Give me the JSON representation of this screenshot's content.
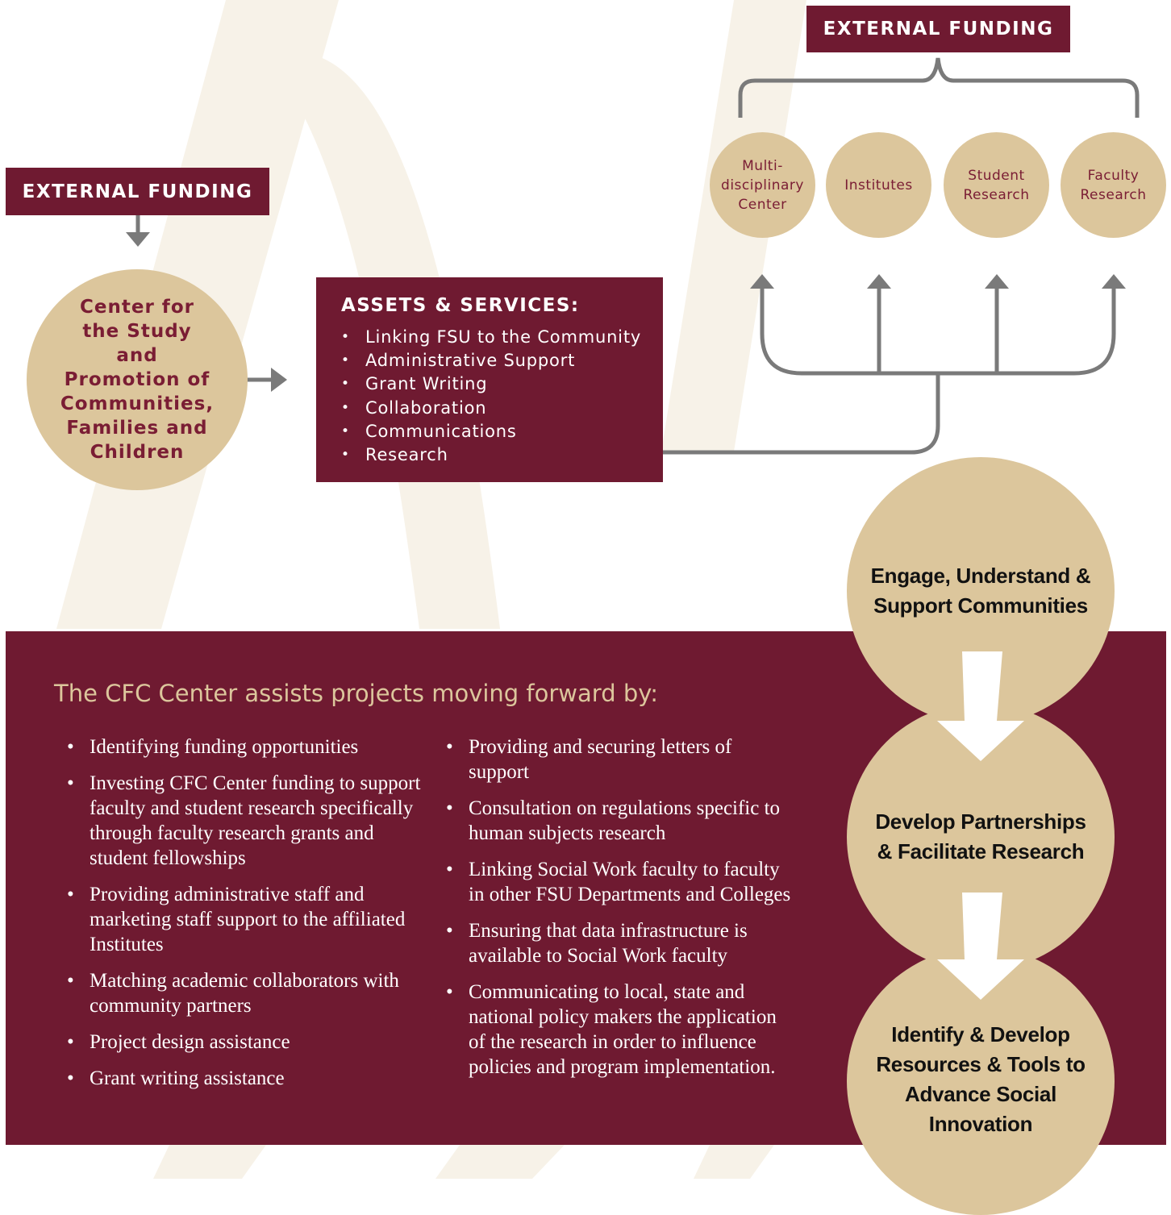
{
  "external_funding_left": "EXTERNAL FUNDING",
  "external_funding_top": "EXTERNAL FUNDING",
  "center_circle": "Center for the Study and Promotion of Communities, Families and Children",
  "assets": {
    "title": "ASSETS & SERVICES:",
    "items": [
      "Linking FSU to the Community",
      "Administrative Support",
      "Grant Writing",
      "Collaboration",
      "Communications",
      "Research"
    ]
  },
  "units": {
    "multidisciplinary": "Multi-disciplinary Center",
    "multidisciplinary_line1": "Multi-",
    "multidisciplinary_line2": "disciplinary",
    "multidisciplinary_line3": "Center",
    "institutes": "Institutes",
    "student_line1": "Student",
    "student_line2": "Research",
    "faculty_line1": "Faculty",
    "faculty_line2": "Research"
  },
  "panel": {
    "heading": "The CFC Center assists projects moving forward by:",
    "left_items": [
      "Identifying funding opportunities",
      "Investing CFC Center funding to support faculty and student research specifically through faculty research grants and student fellowships",
      "Providing administrative staff and marketing staff support to the affiliated Institutes",
      "Matching academic collaborators with community partners",
      "Project design assistance",
      "Grant writing assistance"
    ],
    "right_items": [
      "Providing and securing letters of support",
      "Consultation on regulations specific to human subjects research",
      "Linking Social Work faculty to faculty in other FSU Departments and Colleges",
      "Ensuring that data infrastructure is available to Social Work faculty",
      "Communicating to local, state and national policy makers the application of the research in order to influence policies and program implementation."
    ]
  },
  "goals": {
    "engage": "Engage, Understand & Support Communities",
    "develop": "Develop Partnerships & Facilitate Research",
    "identify": "Identify & Develop Resources & Tools to Advance Social Innovation"
  },
  "colors": {
    "garnet": "#6f1a31",
    "gold": "#dcc69c",
    "connector_gray": "#7a7a7a",
    "swoosh": "#f7f2e8"
  }
}
